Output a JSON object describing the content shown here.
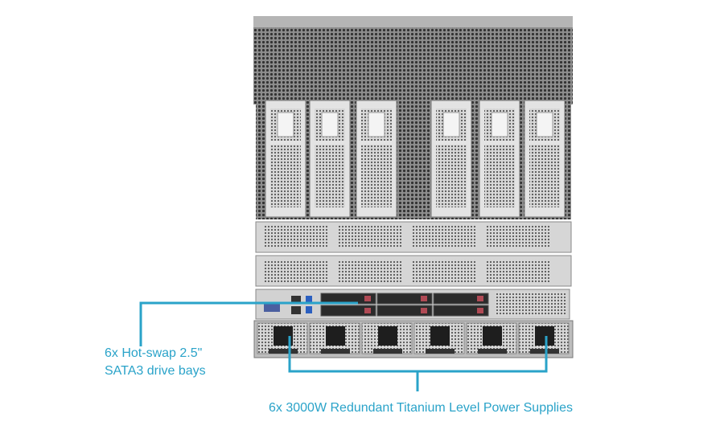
{
  "callouts": {
    "drive_bays": {
      "line1": "6x Hot-swap 2.5\"",
      "line2": "SATA3 drive bays"
    },
    "power_supplies": {
      "text": "6x 3000W Redundant Titanium Level Power Supplies"
    }
  },
  "colors": {
    "callout": "#2aa3c9",
    "chassis": "#c9c9c9",
    "hood": "#9a9a9a"
  }
}
